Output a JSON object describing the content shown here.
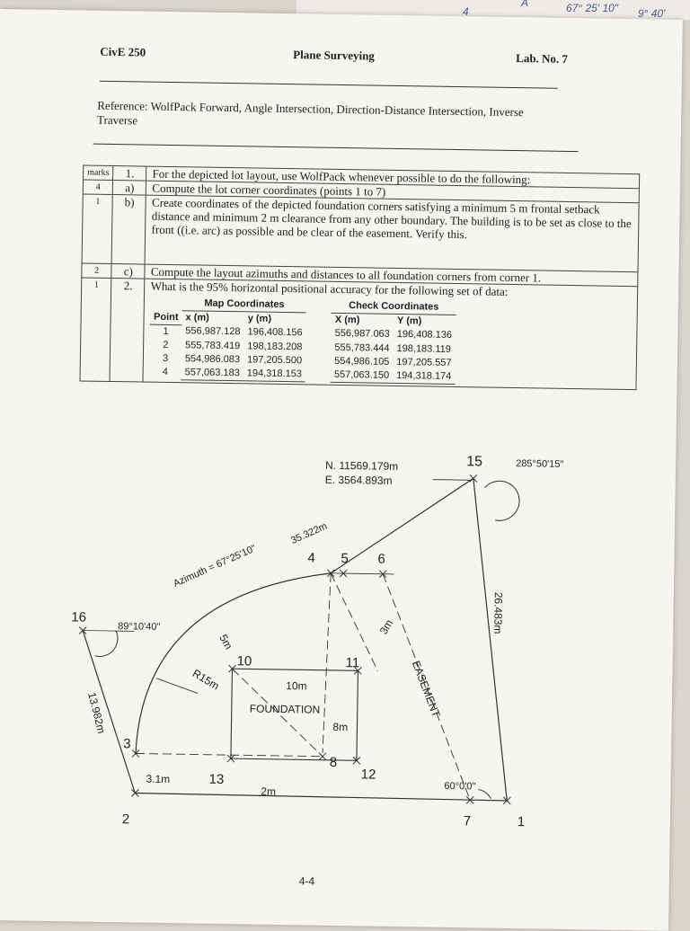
{
  "desk": {
    "top_note": "A",
    "top_note2": "67° 25' 10\"",
    "top_note3": "9° 40'",
    "corner_note": "4"
  },
  "header": {
    "course": "CivE 250",
    "title": "Plane Surveying",
    "lab": "Lab. No. 7"
  },
  "reference": "Reference: WolfPack Forward, Angle Intersection, Direction-Distance Intersection, Inverse Traverse",
  "questions": {
    "marks_label": "marks",
    "q1": {
      "num": "1.",
      "text": "For the depicted lot layout, use WolfPack whenever possible to do the following:"
    },
    "qa": {
      "marks": "4",
      "num": "a)",
      "text": "Compute the lot corner coordinates (points 1 to 7)"
    },
    "qb": {
      "marks": "1",
      "num": "b)",
      "text": "Create coordinates of the depicted foundation corners satisfying a minimum 5 m frontal setback distance and minimum 2 m clearance from any other boundary. The building is to be set as close to the front ((i.e. arc) as possible and be clear of the easement. Verify this."
    },
    "qc": {
      "marks": "2",
      "num": "c)",
      "text": "Compute the layout azimuths and distances to all foundation corners from corner 1."
    },
    "q2": {
      "marks": "1",
      "num": "2.",
      "text": "What is the 95% horizontal positional accuracy for the following set of data:"
    }
  },
  "coords": {
    "map_title": "Map Coordinates",
    "check_title": "Check Coordinates",
    "headers": {
      "point": "Point",
      "x": "x (m)",
      "y": "y (m)",
      "X": "X (m)",
      "Y": "Y (m)"
    },
    "rows": [
      {
        "point": "1",
        "x": "556,987.128",
        "y": "196,408.156",
        "X": "556,987.063",
        "Y": "196,408.136"
      },
      {
        "point": "2",
        "x": "555,783.419",
        "y": "198,183.208",
        "X": "555,783.444",
        "Y": "198,183.119"
      },
      {
        "point": "3",
        "x": "554,986.083",
        "y": "197,205.500",
        "X": "554,986.105",
        "Y": "197,205.557"
      },
      {
        "point": "4",
        "x": "557,063.183",
        "y": "194,318.153",
        "X": "557,063.150",
        "Y": "194,318.174"
      }
    ]
  },
  "drawing": {
    "northing": "N. 11569.179m",
    "easting": "E. 3564.893m",
    "azimuth": "Azimuth = 67°25'10\"",
    "chord": "35.322m",
    "angle15": "285°50'15\"",
    "angle16": "89°10'40\"",
    "side_15_1": "26.483m",
    "side_16_2": "13.982m",
    "radius": "R15m",
    "setback": "5m",
    "easement_w": "3m",
    "easement": "EASEMENT",
    "width_10m": "10m",
    "foundation": "FOUNDATION",
    "depth_8m": "8m",
    "gap_2m": "2m",
    "gap_31m": "3.1m",
    "angle7": "60°0'0\"",
    "points": {
      "p1": "1",
      "p2": "2",
      "p3": "3",
      "p4": "4",
      "p5": "5",
      "p6": "6",
      "p7": "7",
      "p8": "8",
      "p10": "10",
      "p11": "11",
      "p12": "12",
      "p13": "13",
      "p15": "15",
      "p16": "16"
    }
  },
  "footer": {
    "page": "4-4"
  }
}
